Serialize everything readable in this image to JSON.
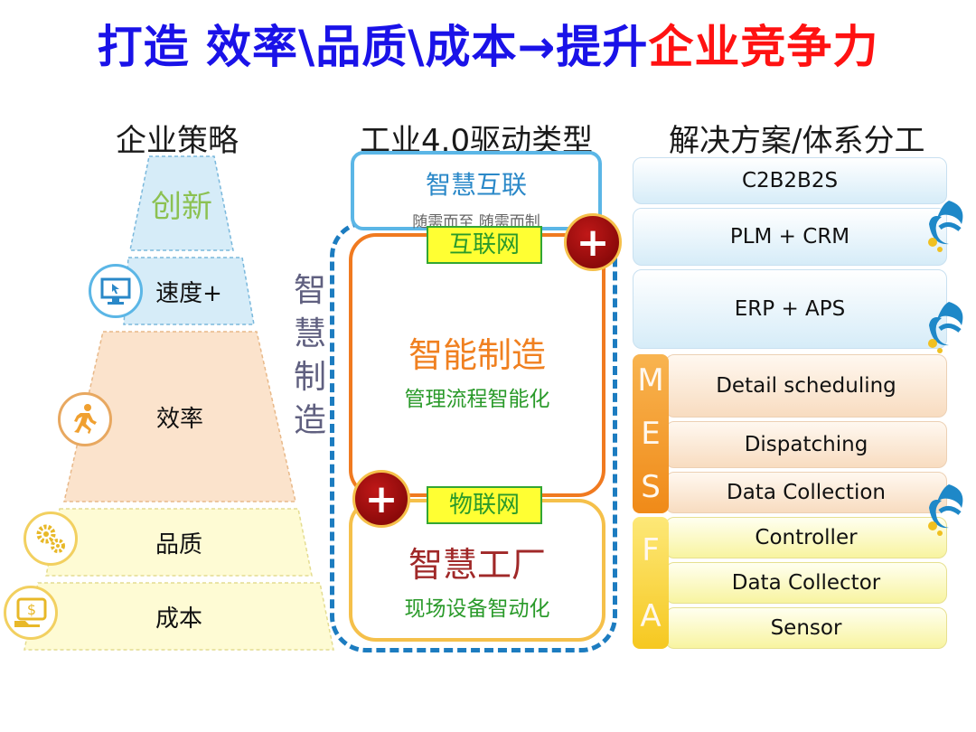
{
  "title": {
    "part_blue": "打造 效率\\品质\\成本→提升",
    "part_red": "企业竞争力"
  },
  "columns": {
    "left": "企业策略",
    "middle": "工业4.0驱动类型",
    "right": "解决方案/体系分工"
  },
  "pyramid": {
    "innovation": "创新",
    "speed": "速度+",
    "efficiency": "效率",
    "quality": "品质",
    "cost": "成本"
  },
  "middle": {
    "smart_connect_title": "智慧互联",
    "smart_connect_sub": "随需而至 随需而制",
    "internet_tag": "互联网",
    "smart_mfg_title": "智能制造",
    "smart_mfg_sub": "管理流程智能化",
    "iot_tag": "物联网",
    "smart_factory_title": "智慧工厂",
    "smart_factory_sub": "现场设备智动化",
    "vertical_label": [
      "智",
      "慧",
      "制",
      "造"
    ],
    "plus": "+"
  },
  "right": {
    "rows": {
      "c2b": "C2B2B2S",
      "plm": "PLM + CRM",
      "erp": "ERP + APS",
      "detail": "Detail scheduling",
      "dispatch": "Dispatching",
      "datacol": "Data Collection",
      "controller": "Controller",
      "datacollector": "Data Collector",
      "sensor": "Sensor"
    },
    "mes_letters": [
      "M",
      "E",
      "S"
    ],
    "fa_letters": [
      "F",
      "A"
    ]
  }
}
